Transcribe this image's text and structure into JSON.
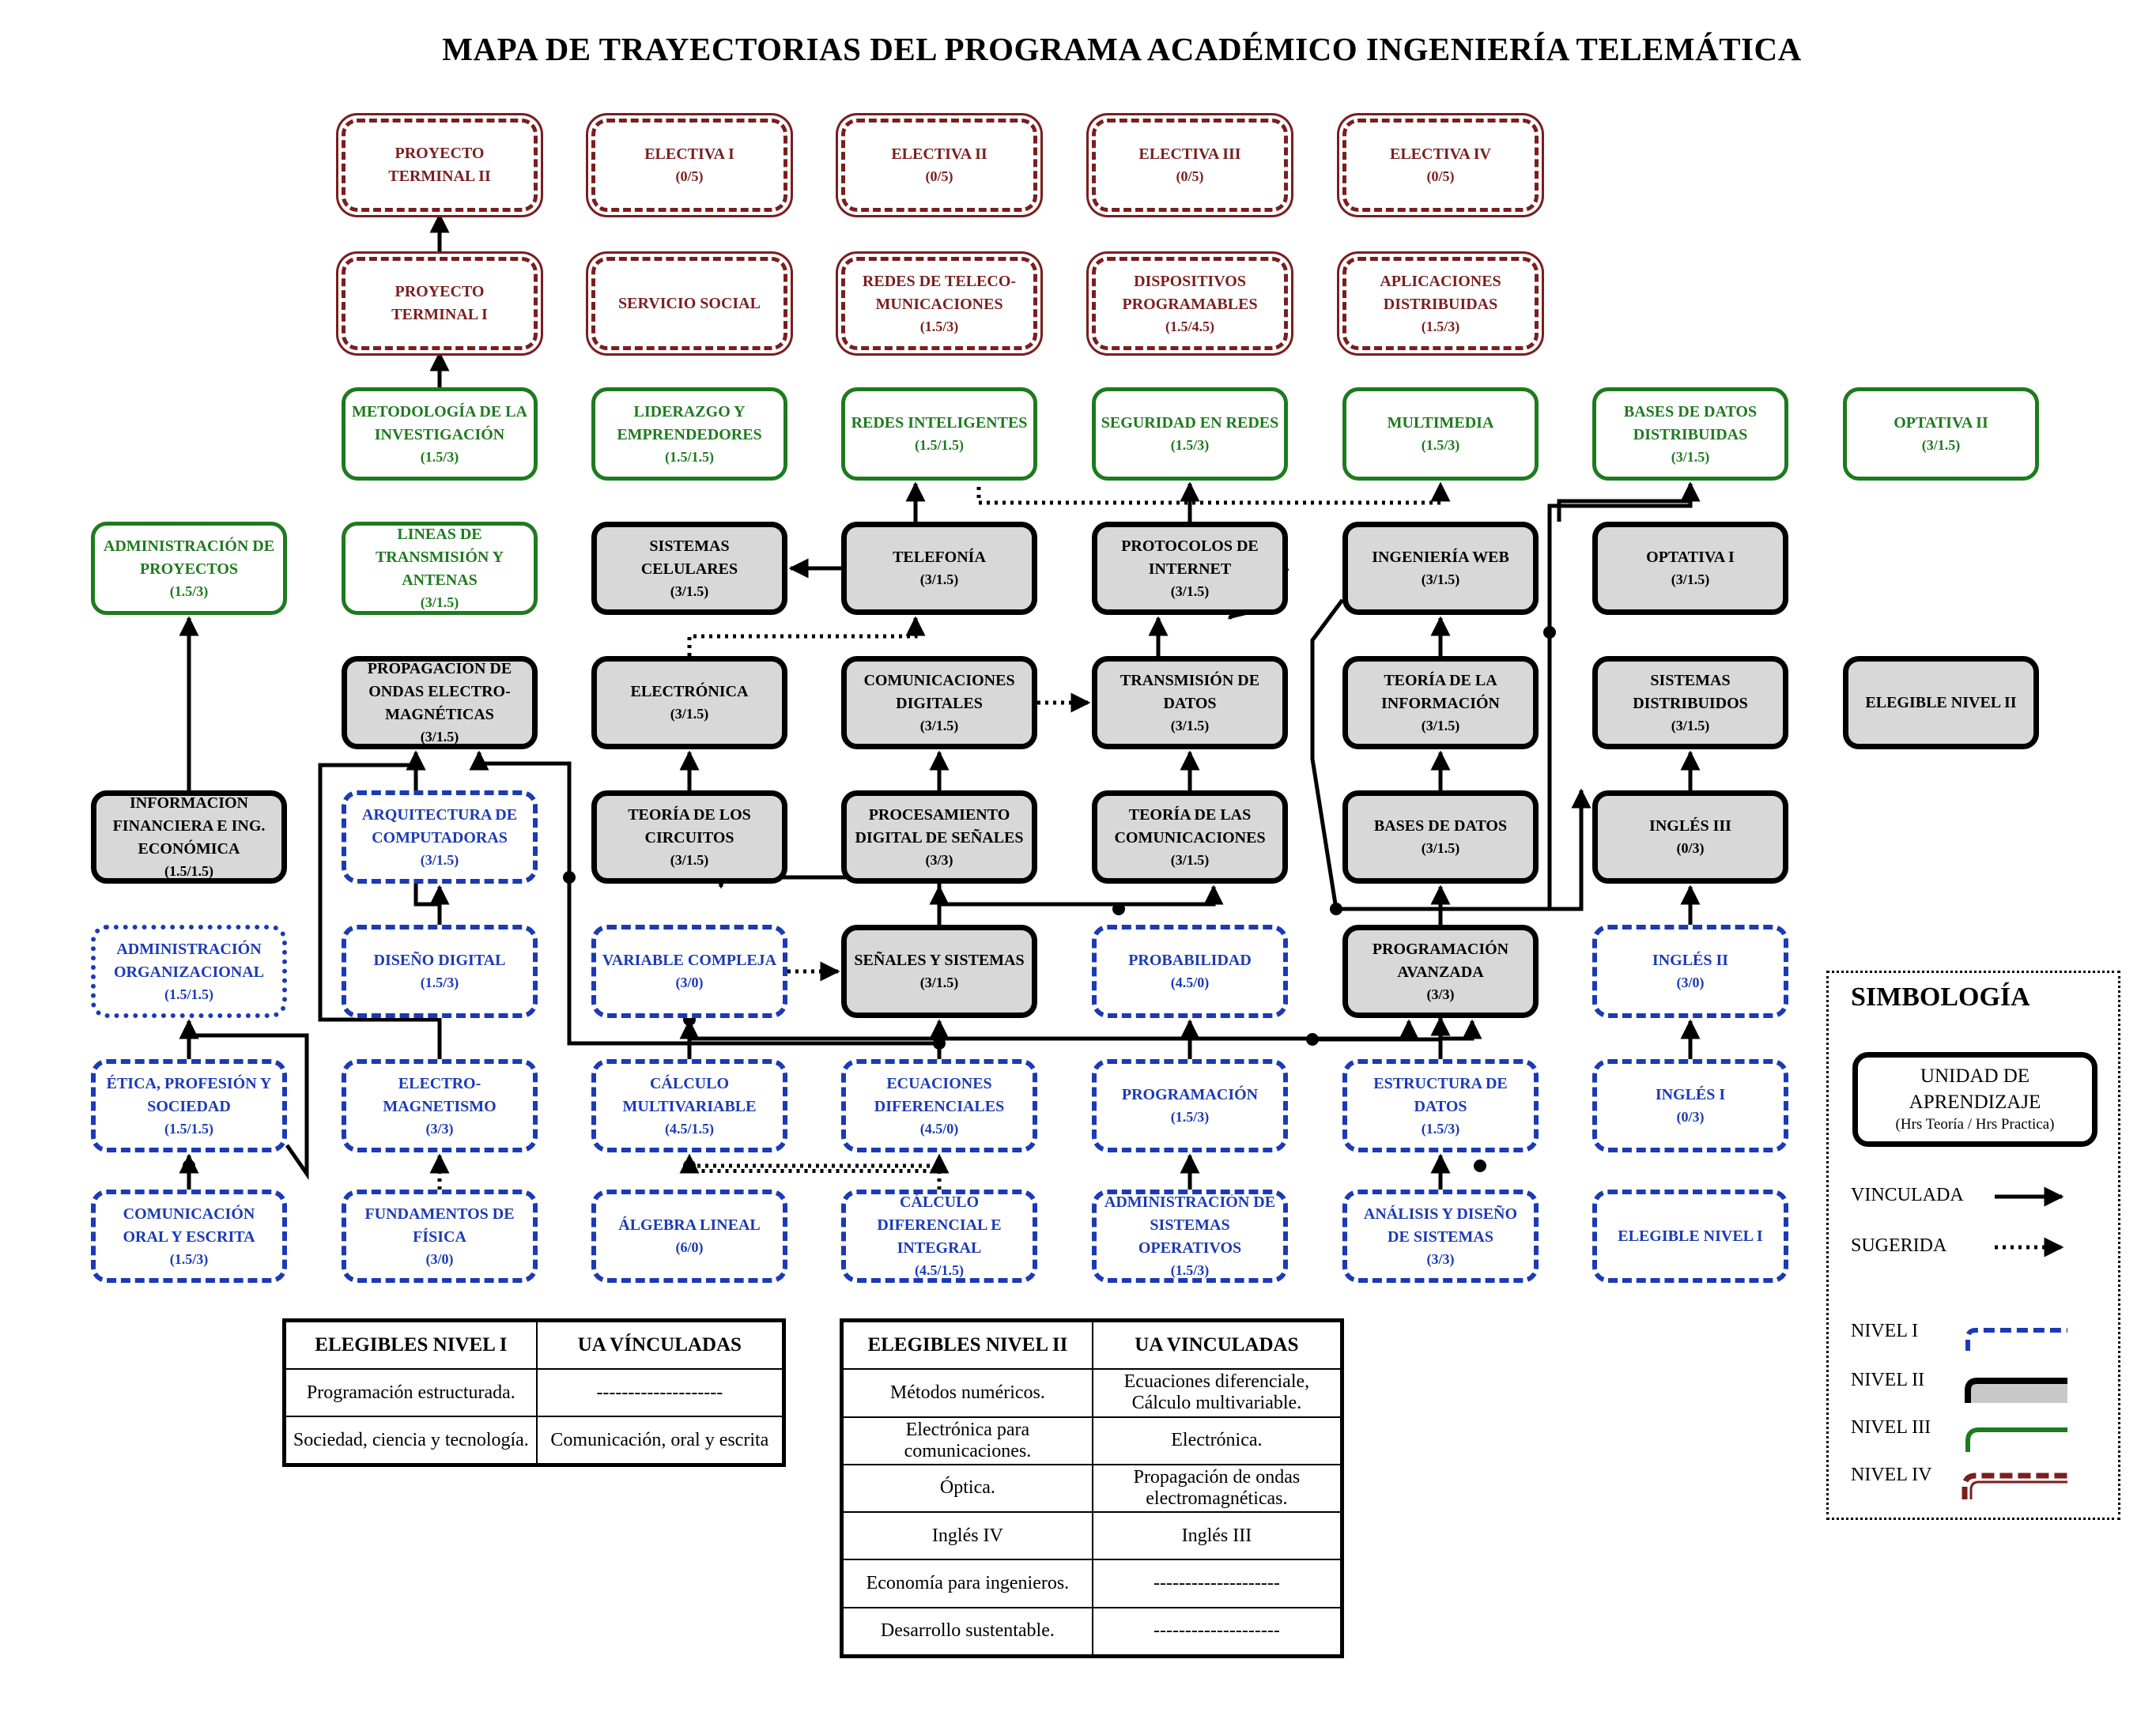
{
  "title": "MAPA DE TRAYECTORIAS DEL PROGRAMA ACADÉMICO INGENIERÍA TELEMÁTICA",
  "colors": {
    "nivel_i": "#1b3ab4",
    "nivel_ii": "#000000",
    "nivel_ii_fill": "#d8d8d8",
    "nivel_iii": "#1e7a1e",
    "nivel_iv": "#7a1e1e"
  },
  "nodes": {
    "proyecto_terminal_ii": {
      "name": "PROYECTO TERMINAL II",
      "hours": ""
    },
    "electiva_i": {
      "name": "ELECTIVA I",
      "hours": "(0/5)"
    },
    "electiva_ii": {
      "name": "ELECTIVA II",
      "hours": "(0/5)"
    },
    "electiva_iii": {
      "name": "ELECTIVA III",
      "hours": "(0/5)"
    },
    "electiva_iv": {
      "name": "ELECTIVA IV",
      "hours": "(0/5)"
    },
    "proyecto_terminal_i": {
      "name": "PROYECTO TERMINAL I",
      "hours": ""
    },
    "servicio_social": {
      "name": "SERVICIO SOCIAL",
      "hours": ""
    },
    "redes_telecomunicaciones": {
      "name": "REDES DE TELECO-MUNICACIONES",
      "hours": "(1.5/3)"
    },
    "dispositivos_programables": {
      "name": "DISPOSITIVOS PROGRAMABLES",
      "hours": "(1.5/4.5)"
    },
    "aplicaciones_distribuidas": {
      "name": "APLICACIONES DISTRIBUIDAS",
      "hours": "(1.5/3)"
    },
    "metodologia_investigacion": {
      "name": "METODOLOGÍA DE LA INVESTIGACIÓN",
      "hours": "(1.5/3)"
    },
    "liderazgo": {
      "name": "LIDERAZGO Y EMPRENDEDORES",
      "hours": "(1.5/1.5)"
    },
    "redes_inteligentes": {
      "name": "REDES INTELIGENTES",
      "hours": "(1.5/1.5)"
    },
    "seguridad_redes": {
      "name": "SEGURIDAD EN REDES",
      "hours": "(1.5/3)"
    },
    "multimedia": {
      "name": "MULTIMEDIA",
      "hours": "(1.5/3)"
    },
    "bases_datos_distribuidas": {
      "name": "BASES DE DATOS DISTRIBUIDAS",
      "hours": "(3/1.5)"
    },
    "optativa_ii": {
      "name": "OPTATIVA II",
      "hours": "(3/1.5)"
    },
    "administracion_proyectos": {
      "name": "ADMINISTRACIÓN DE PROYECTOS",
      "hours": "(1.5/3)"
    },
    "lineas_transmision": {
      "name": "LINEAS DE TRANSMISIÓN Y ANTENAS",
      "hours": "(3/1.5)"
    },
    "sistemas_celulares": {
      "name": "SISTEMAS CELULARES",
      "hours": "(3/1.5)"
    },
    "telefonia": {
      "name": "TELEFONÍA",
      "hours": "(3/1.5)"
    },
    "protocolos_internet": {
      "name": "PROTOCOLOS DE INTERNET",
      "hours": "(3/1.5)"
    },
    "ingenieria_web": {
      "name": "INGENIERÍA WEB",
      "hours": "(3/1.5)"
    },
    "optativa_i": {
      "name": "OPTATIVA I",
      "hours": "(3/1.5)"
    },
    "propagacion_ondas": {
      "name": "PROPAGACIÓN DE ONDAS ELECTRO-MAGNÉTICAS",
      "hours": "(3/1.5)"
    },
    "electronica": {
      "name": "ELECTRÓNICA",
      "hours": "(3/1.5)"
    },
    "comunicaciones_digitales": {
      "name": "COMUNICACIONES DIGITALES",
      "hours": "(3/1.5)"
    },
    "transmision_datos": {
      "name": "TRANSMISIÓN DE DATOS",
      "hours": "(3/1.5)"
    },
    "teoria_informacion": {
      "name": "TEORÍA DE LA INFORMACIÓN",
      "hours": "(3/1.5)"
    },
    "sistemas_distribuidos": {
      "name": "SISTEMAS DISTRIBUIDOS",
      "hours": "(3/1.5)"
    },
    "elegible_nivel_ii": {
      "name": "ELEGIBLE NIVEL II",
      "hours": ""
    },
    "informacion_financiera": {
      "name": "INFORMACIÓN FINANCIERA E ING. ECONÓMICA",
      "hours": "(1.5/1.5)"
    },
    "arquitectura_computadoras": {
      "name": "ARQUITECTURA DE COMPUTADORAS",
      "hours": "(3/1.5)"
    },
    "teoria_circuitos": {
      "name": "TEORÍA DE LOS CIRCUITOS",
      "hours": "(3/1.5)"
    },
    "procesamiento_digital": {
      "name": "PROCESAMIENTO DIGITAL DE SEÑALES",
      "hours": "(3/3)"
    },
    "teoria_comunicaciones": {
      "name": "TEORÍA DE LAS COMUNICACIONES",
      "hours": "(3/1.5)"
    },
    "bases_datos": {
      "name": "BASES DE DATOS",
      "hours": "(3/1.5)"
    },
    "ingles_iii": {
      "name": "INGLÉS III",
      "hours": "(0/3)"
    },
    "administracion_organizacional": {
      "name": "ADMINISTRACIÓN ORGANIZACIONAL",
      "hours": "(1.5/1.5)"
    },
    "diseno_digital": {
      "name": "DISEÑO DIGITAL",
      "hours": "(1.5/3)"
    },
    "variable_compleja": {
      "name": "VARIABLE COMPLEJA",
      "hours": "(3/0)"
    },
    "senales_sistemas": {
      "name": "SEÑALES Y SISTEMAS",
      "hours": "(3/1.5)"
    },
    "probabilidad": {
      "name": "PROBABILIDAD",
      "hours": "(4.5/0)"
    },
    "programacion_avanzada": {
      "name": "PROGRAMACIÓN AVANZADA",
      "hours": "(3/3)"
    },
    "ingles_ii": {
      "name": "INGLÉS II",
      "hours": "(3/0)"
    },
    "etica": {
      "name": "ÉTICA, PROFESIÓN Y SOCIEDAD",
      "hours": "(1.5/1.5)"
    },
    "electromagnetismo": {
      "name": "ELECTRO-MAGNETISMO",
      "hours": "(3/3)"
    },
    "calculo_multivariable": {
      "name": "CÁLCULO MULTIVARIABLE",
      "hours": "(4.5/1.5)"
    },
    "ecuaciones_diferenciales": {
      "name": "ECUACIONES DIFERENCIALES",
      "hours": "(4.5/0)"
    },
    "programacion": {
      "name": "PROGRAMACIÓN",
      "hours": "(1.5/3)"
    },
    "estructura_datos": {
      "name": "ESTRUCTURA DE DATOS",
      "hours": "(1.5/3)"
    },
    "ingles_i": {
      "name": "INGLÉS I",
      "hours": "(0/3)"
    },
    "comunicacion_oral": {
      "name": "COMUNICACIÓN ORAL Y ESCRITA",
      "hours": "(1.5/3)"
    },
    "fundamentos_fisica": {
      "name": "FUNDAMENTOS DE FÍSICA",
      "hours": "(3/0)"
    },
    "algebra_lineal": {
      "name": "ÁLGEBRA LINEAL",
      "hours": "(6/0)"
    },
    "calculo_diferencial": {
      "name": "CÁLCULO DIFERENCIAL E INTEGRAL",
      "hours": "(4.5/1.5)"
    },
    "administracion_so": {
      "name": "ADMINISTRACIÓN DE SISTEMAS OPERATIVOS",
      "hours": "(1.5/3)"
    },
    "analisis_diseno": {
      "name": "ANÁLISIS Y DISEÑO DE SISTEMAS",
      "hours": "(3/3)"
    },
    "elegible_nivel_i": {
      "name": "ELEGIBLE NIVEL I",
      "hours": ""
    }
  },
  "table_nivel_i": {
    "headers": [
      "ELEGIBLES NIVEL I",
      "UA VÍNCULADAS"
    ],
    "rows": [
      [
        "Programación estructurada.",
        "--------------------"
      ],
      [
        "Sociedad, ciencia y tecnología.",
        "Comunicación, oral y escrita"
      ]
    ]
  },
  "table_nivel_ii": {
    "headers": [
      "ELEGIBLES NIVEL II",
      "UA VINCULADAS"
    ],
    "rows": [
      [
        "Métodos numéricos.",
        "Ecuaciones diferenciale, Cálculo multivariable."
      ],
      [
        "Electrónica para comunicaciones.",
        "Electrónica."
      ],
      [
        "Óptica.",
        "Propagación de ondas electromagnéticas."
      ],
      [
        "Inglés IV",
        "Inglés III"
      ],
      [
        "Economía para ingenieros.",
        "--------------------"
      ],
      [
        "Desarrollo sustentable.",
        "--------------------"
      ]
    ]
  },
  "legend": {
    "title": "SIMBOLOGÍA",
    "unit_title": "UNIDAD DE APRENDIZAJE",
    "unit_sub": "(Hrs Teoría / Hrs Practica)",
    "vinculada": "VINCULADA",
    "sugerida": "SUGERIDA",
    "nivel_i": "NIVEL I",
    "nivel_ii": "NIVEL II",
    "nivel_iii": "NIVEL III",
    "nivel_iv": "NIVEL IV"
  }
}
